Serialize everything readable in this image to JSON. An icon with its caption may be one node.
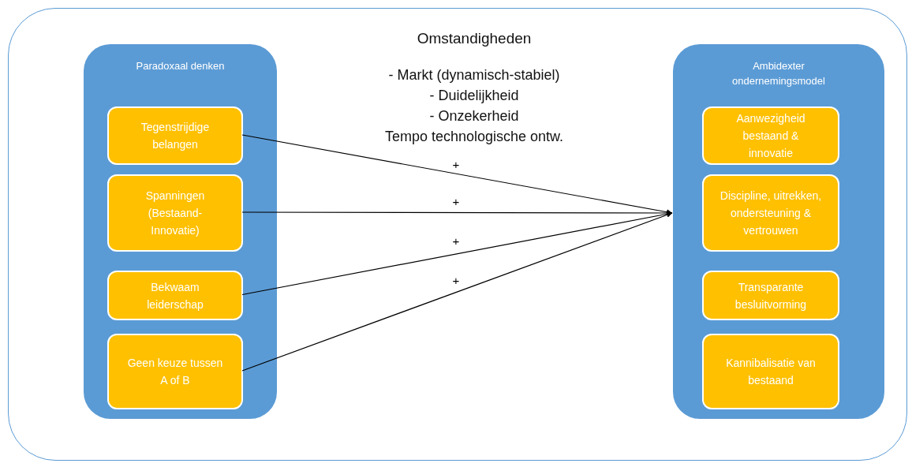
{
  "diagram": {
    "nodes": [
      {
        "text": [
          "Omstandigheden",
          "- Markt (dynamisch-stabiel)",
          "- Duidelijkheid",
          "- Onzekerheid",
          "Tempo technologische ontw."
        ]
      },
      {
        "text": [
          "Paradoxaal denken"
        ],
        "in": 0
      },
      {
        "text": [
          "Tegenstrijdige belangen"
        ],
        "in": 1
      },
      {
        "text": [
          "Spanningen (Bestaand-Innovatie)"
        ],
        "in": 1
      },
      {
        "text": [
          "Bekwaam leiderschap"
        ],
        "in": 1
      },
      {
        "text": [
          "Geen keuze tussen A of B"
        ],
        "in": 1
      },
      {
        "text": [
          "Ambidexter ondernemingsmodel"
        ],
        "in": 0
      },
      {
        "text": [
          "Aanwezigheid bestaand & innovatie"
        ],
        "in": 6
      },
      {
        "text": [
          "Discipline, uitrekken, ondersteuning & vertrouwen"
        ],
        "in": 6
      },
      {
        "text": [
          "Transparante besluitvorming"
        ],
        "in": 6
      },
      {
        "text": [
          "Kannibalisatie van bestaand"
        ],
        "in": 6
      }
    ],
    "edges": [
      {
        "from": 2,
        "to": 6,
        "arrow": "to",
        "label": "+"
      },
      {
        "from": 3,
        "to": 6,
        "arrow": "to",
        "label": "+"
      },
      {
        "from": 4,
        "to": 6,
        "arrow": "to",
        "label": "+"
      },
      {
        "from": 5,
        "to": 6,
        "arrow": "to",
        "label": "+"
      }
    ]
  }
}
